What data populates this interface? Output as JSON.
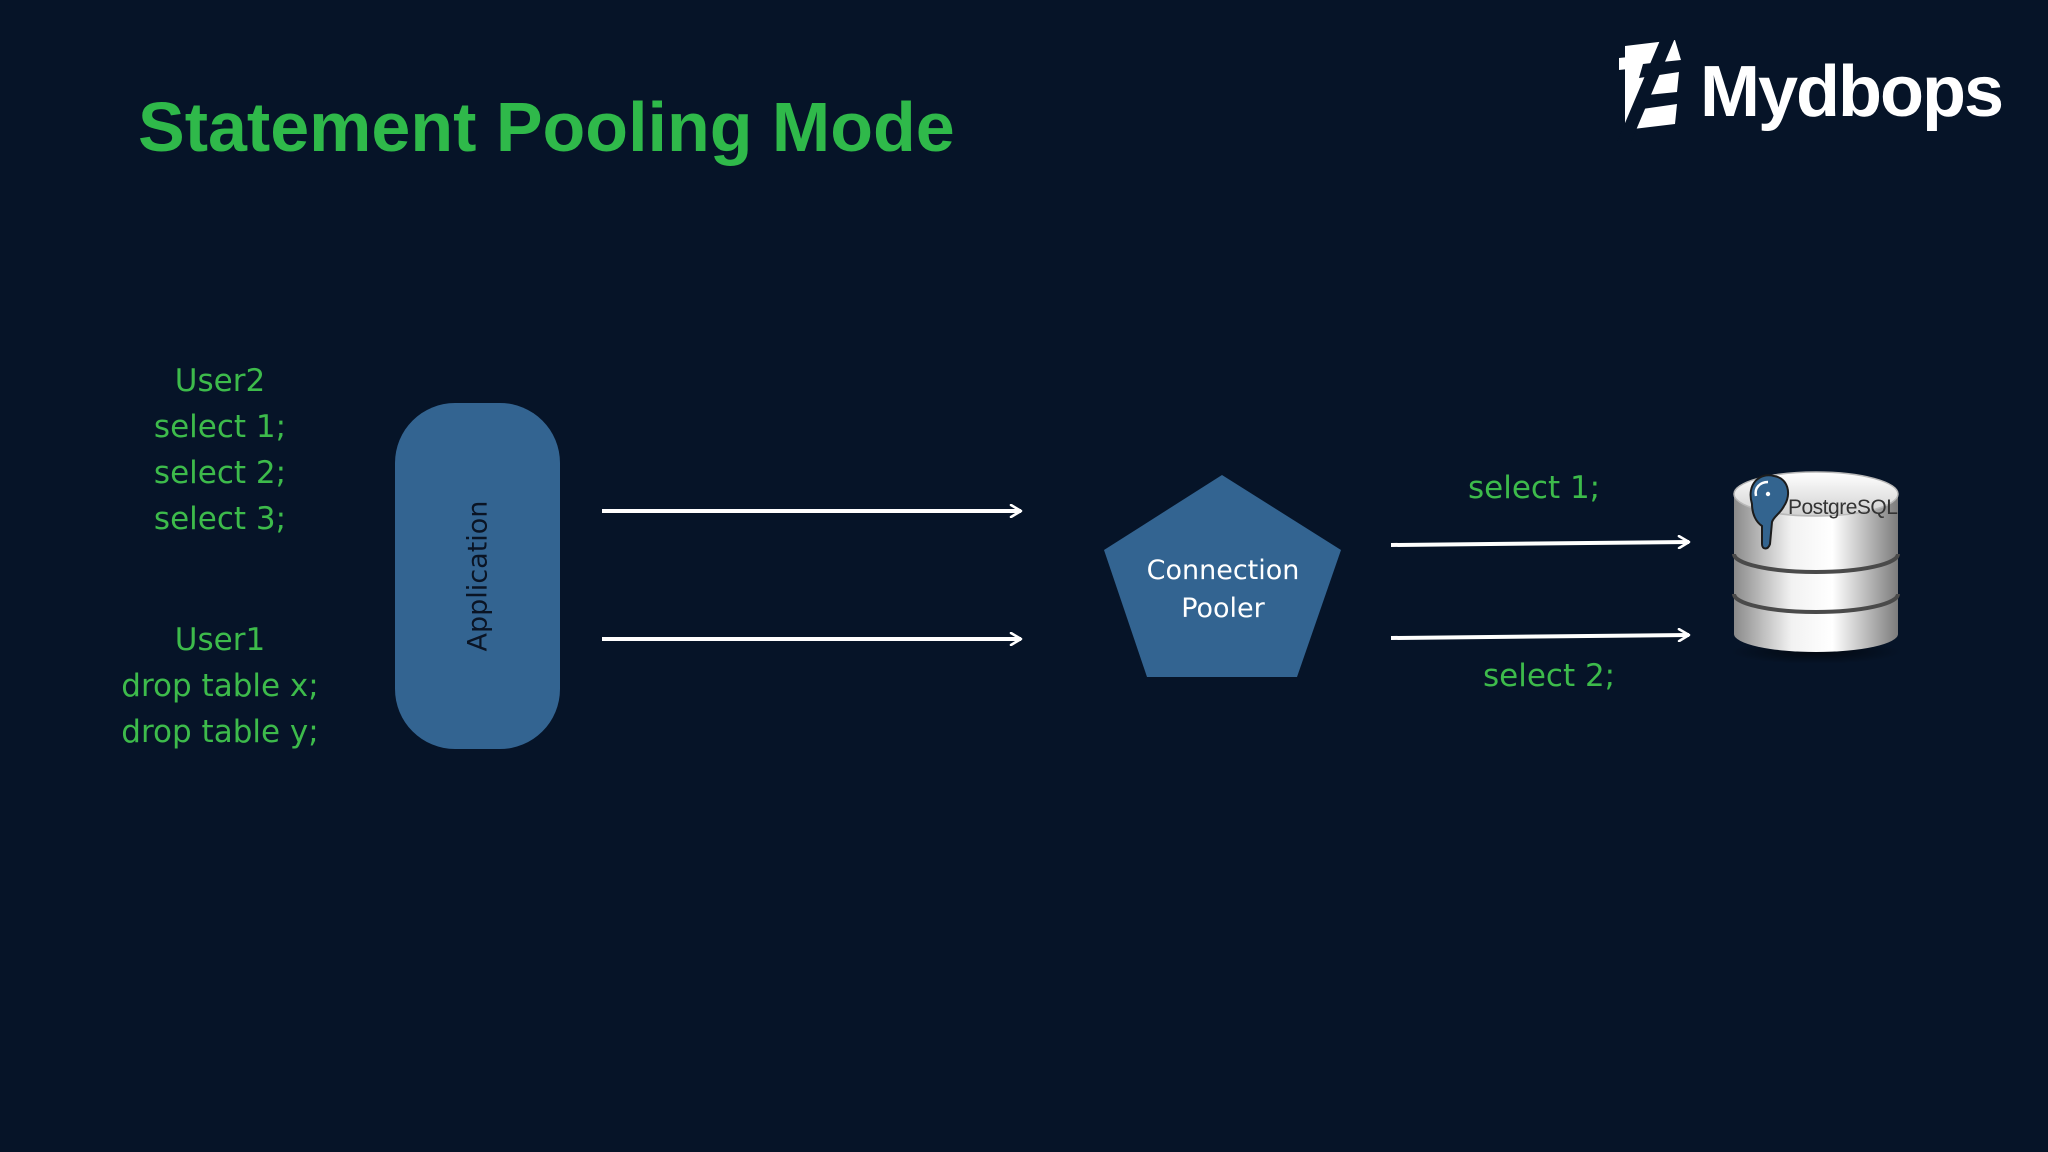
{
  "slide": {
    "title": "Statement Pooling Mode",
    "brand": "Mydbops"
  },
  "users": [
    {
      "name": "User2",
      "statements": [
        "select 1;",
        "select 2;",
        "select 3;"
      ]
    },
    {
      "name": "User1",
      "statements": [
        "drop table x;",
        "drop table y;"
      ]
    }
  ],
  "nodes": {
    "application": "Application",
    "pooler_line1": "Connection",
    "pooler_line2": "Pooler",
    "database_logo_text": "PostgreSQL"
  },
  "queries": {
    "top": "select 1;",
    "bottom": "select 2;"
  },
  "colors": {
    "background": "#061428",
    "title_green": "#2fb94a",
    "text_green": "#3dbb4b",
    "node_blue": "#336491",
    "arrow": "#ffffff"
  },
  "icons": {
    "brand_logo": "mydbops-logo-icon",
    "database": "postgresql-database-icon"
  }
}
